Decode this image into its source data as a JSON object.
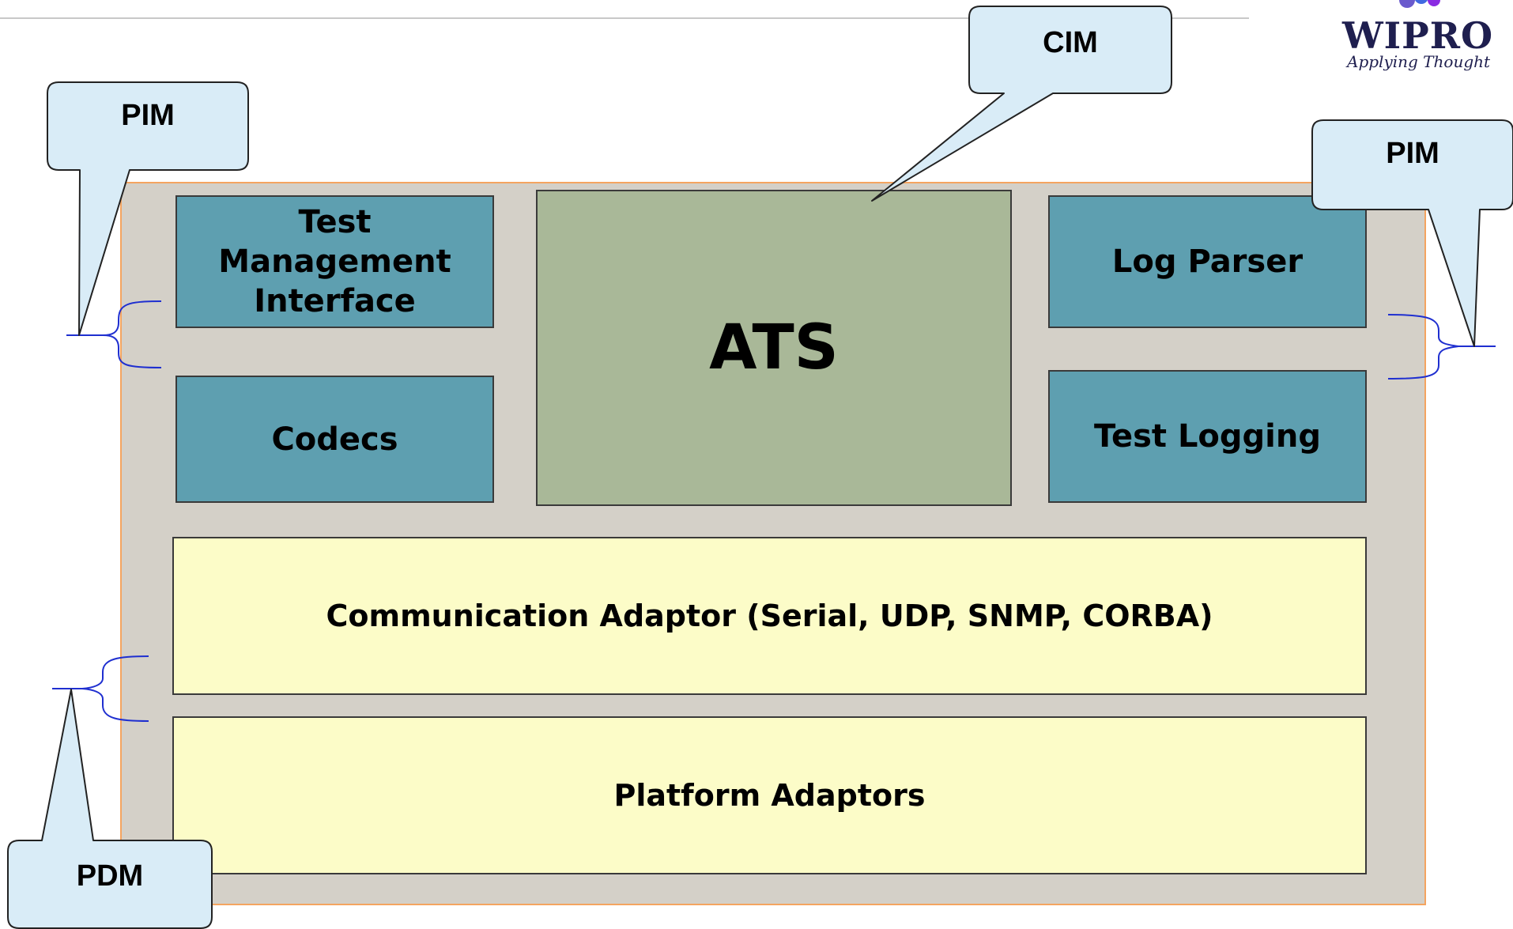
{
  "logo": {
    "word": "WIPRO",
    "tagline": "Applying Thought"
  },
  "callouts": {
    "cim": "CIM",
    "pim_left": "PIM",
    "pim_right": "PIM",
    "pdm": "PDM"
  },
  "blocks": {
    "test_management": "Test Management Interface",
    "codecs": "Codecs",
    "ats": "ATS",
    "log_parser": "Log Parser",
    "test_logging": "Test Logging",
    "communication_adaptor": "Communication Adaptor (Serial, UDP, SNMP, CORBA)",
    "platform_adaptors": "Platform Adaptors"
  },
  "colors": {
    "frame_bg": "#d4d0c8",
    "frame_border": "#f4a460",
    "teal_block": "#5e9fb0",
    "ats_block": "#a9b898",
    "adaptor_block": "#fcfcc8",
    "callout_fill": "#d9ecf7",
    "brace": "#1f2fd0"
  }
}
